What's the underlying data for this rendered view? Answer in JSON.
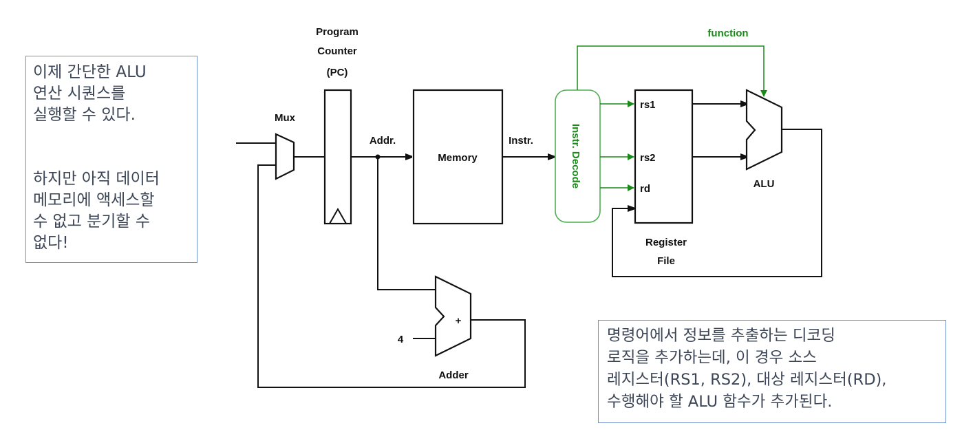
{
  "notes": {
    "left": "이제 간단한 ALU\n연산 시퀀스를\n실행할 수 있다.\n\n\n하지만 아직 데이터\n메모리에 액세스할\n수 없고 분기할 수\n없다!",
    "right": "명령어에서 정보를 추출하는 디코딩\n로직을 추가하는데, 이 경우 소스\n레지스터(RS1, RS2), 대상 레지스터(RD),\n수행해야 할 ALU 함수가 추가된다."
  },
  "diagram": {
    "pc_label": [
      "Program",
      "Counter",
      "(PC)"
    ],
    "mux_label": "Mux",
    "addr_label": "Addr.",
    "memory_label": "Memory",
    "instr_label": "Instr.",
    "decode_label": "Instr. Decode",
    "function_label": "function",
    "regfile_ports": [
      "rs1",
      "rs2",
      "rd"
    ],
    "regfile_label": [
      "Register",
      "File"
    ],
    "alu_label": "ALU",
    "adder_sign": "+",
    "adder_const": "4",
    "adder_label": "Adder",
    "colors": {
      "wire": "#111111",
      "control": "#1a8a1a",
      "note_border": "#6f8fcf",
      "note_text": "#3c4656"
    }
  }
}
